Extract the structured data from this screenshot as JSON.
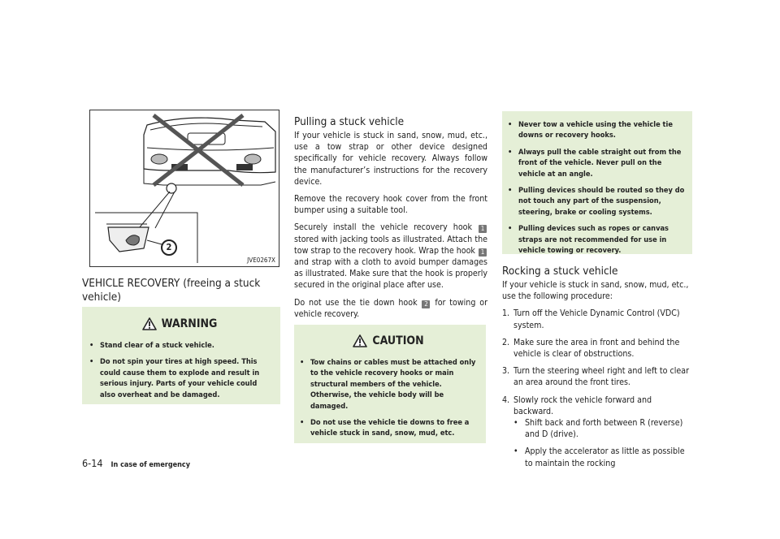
{
  "figure": {
    "code": "JVE0267X",
    "callout": "2",
    "icon": "crossed-out-tie-down-hook-diagram"
  },
  "left": {
    "heading": "VEHICLE RECOVERY (freeing a stuck vehicle)",
    "warning": {
      "title": "WARNING",
      "items": [
        "Stand clear of a stuck vehicle.",
        "Do not spin your tires at high speed. This could cause them to explode and result in serious injury. Parts of your vehicle could also overheat and be damaged."
      ]
    }
  },
  "middle": {
    "heading": "Pulling a stuck vehicle",
    "p1": "If your vehicle is stuck in sand, snow, mud, etc., use a tow strap or other device designed specifically for vehicle recovery. Always follow the manufacturer’s instructions for the recovery device.",
    "p2": "Remove the recovery hook cover from the front bumper using a suitable tool.",
    "p3a": "Securely install the vehicle recovery hook",
    "p3n1": "1",
    "p3b": "stored with jacking tools as illustrated. Attach the tow strap to the recovery hook. Wrap the hook",
    "p3n2": "1",
    "p3c": "and strap with a cloth to avoid bumper damages as illustrated. Make sure that the hook is properly secured in the original place after use.",
    "p4a": "Do not use the tie down hook",
    "p4n": "2",
    "p4b": "for towing or vehicle recovery.",
    "caution": {
      "title": "CAUTION",
      "items": [
        "Tow chains or cables must be attached only to the vehicle recovery hooks or main structural members of the vehicle. Otherwise, the vehicle body will be damaged.",
        "Do not use the vehicle tie downs to free a vehicle stuck in sand, snow, mud, etc."
      ]
    }
  },
  "right": {
    "box_items": [
      "Never tow a vehicle using the vehicle tie downs or recovery hooks.",
      "Always pull the cable straight out from the front of the vehicle. Never pull on the vehicle at an angle.",
      "Pulling devices should be routed so they do not touch any part of the suspension, steering, brake or cooling systems.",
      "Pulling devices such as ropes or canvas straps are not recommended for use in vehicle towing or recovery."
    ],
    "heading": "Rocking a stuck vehicle",
    "intro": "If your vehicle is stuck in sand, snow, mud, etc., use the following procedure:",
    "steps": [
      {
        "n": "1.",
        "text": "Turn off the Vehicle Dynamic Control (VDC) system."
      },
      {
        "n": "2.",
        "text": "Make sure the area in front and behind the vehicle is clear of obstructions."
      },
      {
        "n": "3.",
        "text": "Turn the steering wheel right and left to clear an area around the front tires."
      },
      {
        "n": "4.",
        "text": "Slowly rock the vehicle forward and backward."
      }
    ],
    "subs": [
      "Shift back and forth between R (reverse) and D (drive).",
      "Apply the accelerator as little as possible to maintain the rocking"
    ]
  },
  "footer": {
    "page": "6-14",
    "chapter": "In case of emergency"
  }
}
